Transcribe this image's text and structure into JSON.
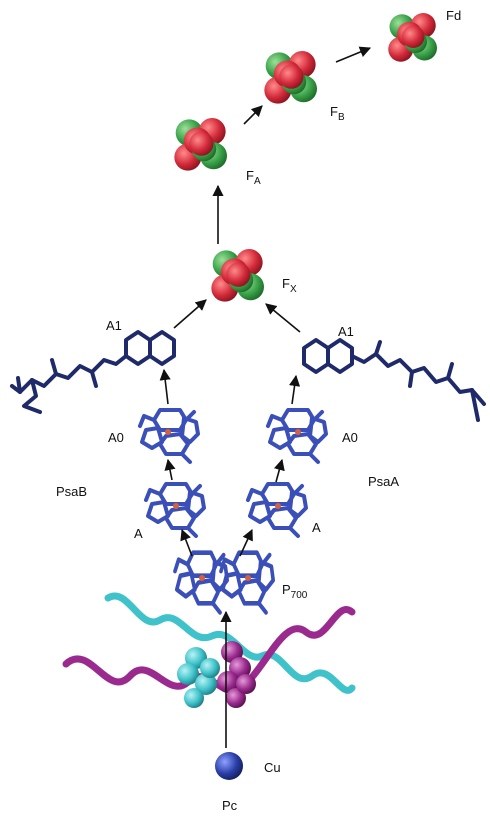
{
  "labels": {
    "fd": "Fd",
    "fb_main": "F",
    "fb_sub": "B",
    "fa_main": "F",
    "fa_sub": "A",
    "fx_main": "F",
    "fx_sub": "X",
    "a1_left": "A1",
    "a1_right": "A1",
    "a0_left": "A0",
    "a0_right": "A0",
    "psab": "PsaB",
    "psaa": "PsaA",
    "a_left": "A",
    "a_right": "A",
    "p700_main": "P",
    "p700_sub": "700",
    "cu": "Cu",
    "pc": "Pc"
  },
  "colors": {
    "cluster_red": "#d42a3a",
    "cluster_green": "#3aa34a",
    "chlorophyll": "#3a4fb8",
    "quinone": "#1f2a6b",
    "iron_center": "#d8603a",
    "helix_cyan": "#3fc2c9",
    "helix_magenta": "#9a2a8e",
    "copper": "#2a3fa8",
    "arrow": "#111111"
  }
}
